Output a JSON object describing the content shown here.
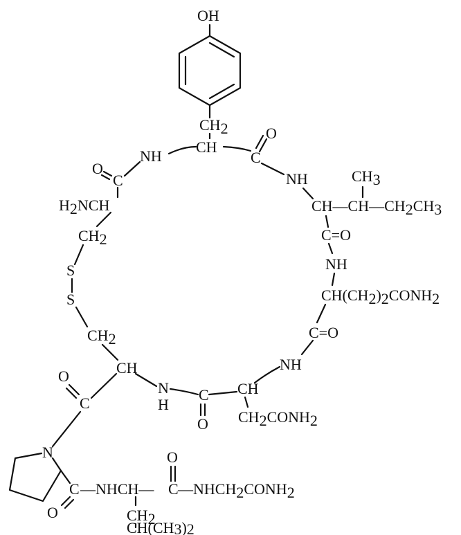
{
  "labels": {
    "oh": "OH",
    "tyr_ch2_main": "CH",
    "tyr_ch2_sub": "2",
    "tyr_ch": "CH",
    "tyr_nh": "NH",
    "tyr_co_c": "C",
    "tyr_co_o": "O",
    "cys1_co_c": "C",
    "cys1_co_o": "O",
    "cys1_h2n": "H",
    "cys1_h2n_sub": "2",
    "cys1_nch": "NCH",
    "cys1_ch2": "CH",
    "cys1_ch2_sub": "2",
    "s1": "S",
    "s2": "S",
    "ile_nh": "NH",
    "ile_ch3": "CH",
    "ile_ch3_sub": "3",
    "ile_chain_a": "CH—CH—CH",
    "ile_chain_sub2": "2",
    "ile_chain_b": "CH",
    "ile_chain_sub3": "3",
    "ile_co": "C=O",
    "gln_nh": "NH",
    "gln_side_a": "CH(CH",
    "gln_side_sub2": "2",
    "gln_side_b": ")",
    "gln_side_sub2b": "2",
    "gln_side_c": "CONH",
    "gln_side_sub2c": "2",
    "gln_co": "C=O",
    "asn_nh": "NH",
    "asn_ch": "CH",
    "asn_side_a": "CH",
    "asn_side_sub": "2",
    "asn_side_b": "CONH",
    "asn_side_sub2": "2",
    "asn_co_c": "C",
    "asn_co_o": "O",
    "cys6_ch2": "CH",
    "cys6_ch2_sub": "2",
    "cys6_ch": "CH",
    "cys6_n": "N",
    "cys6_h": "H",
    "pro_co_c": "C",
    "pro_co_o": "O",
    "pro_n": "N",
    "pro_c": "C",
    "pro_o": "O",
    "tail_nhch": "—NHCH—",
    "tail_c": "C",
    "tail_o": "O",
    "tail_gly_a": "—NHCH",
    "tail_gly_sub": "2",
    "tail_gly_b": "CONH",
    "tail_gly_sub2": "2",
    "leu_ch2": "CH",
    "leu_ch2_sub": "2",
    "leu_end_a": "CH(CH",
    "leu_end_sub": "3",
    "leu_end_b": ")",
    "leu_end_sub2": "2"
  }
}
